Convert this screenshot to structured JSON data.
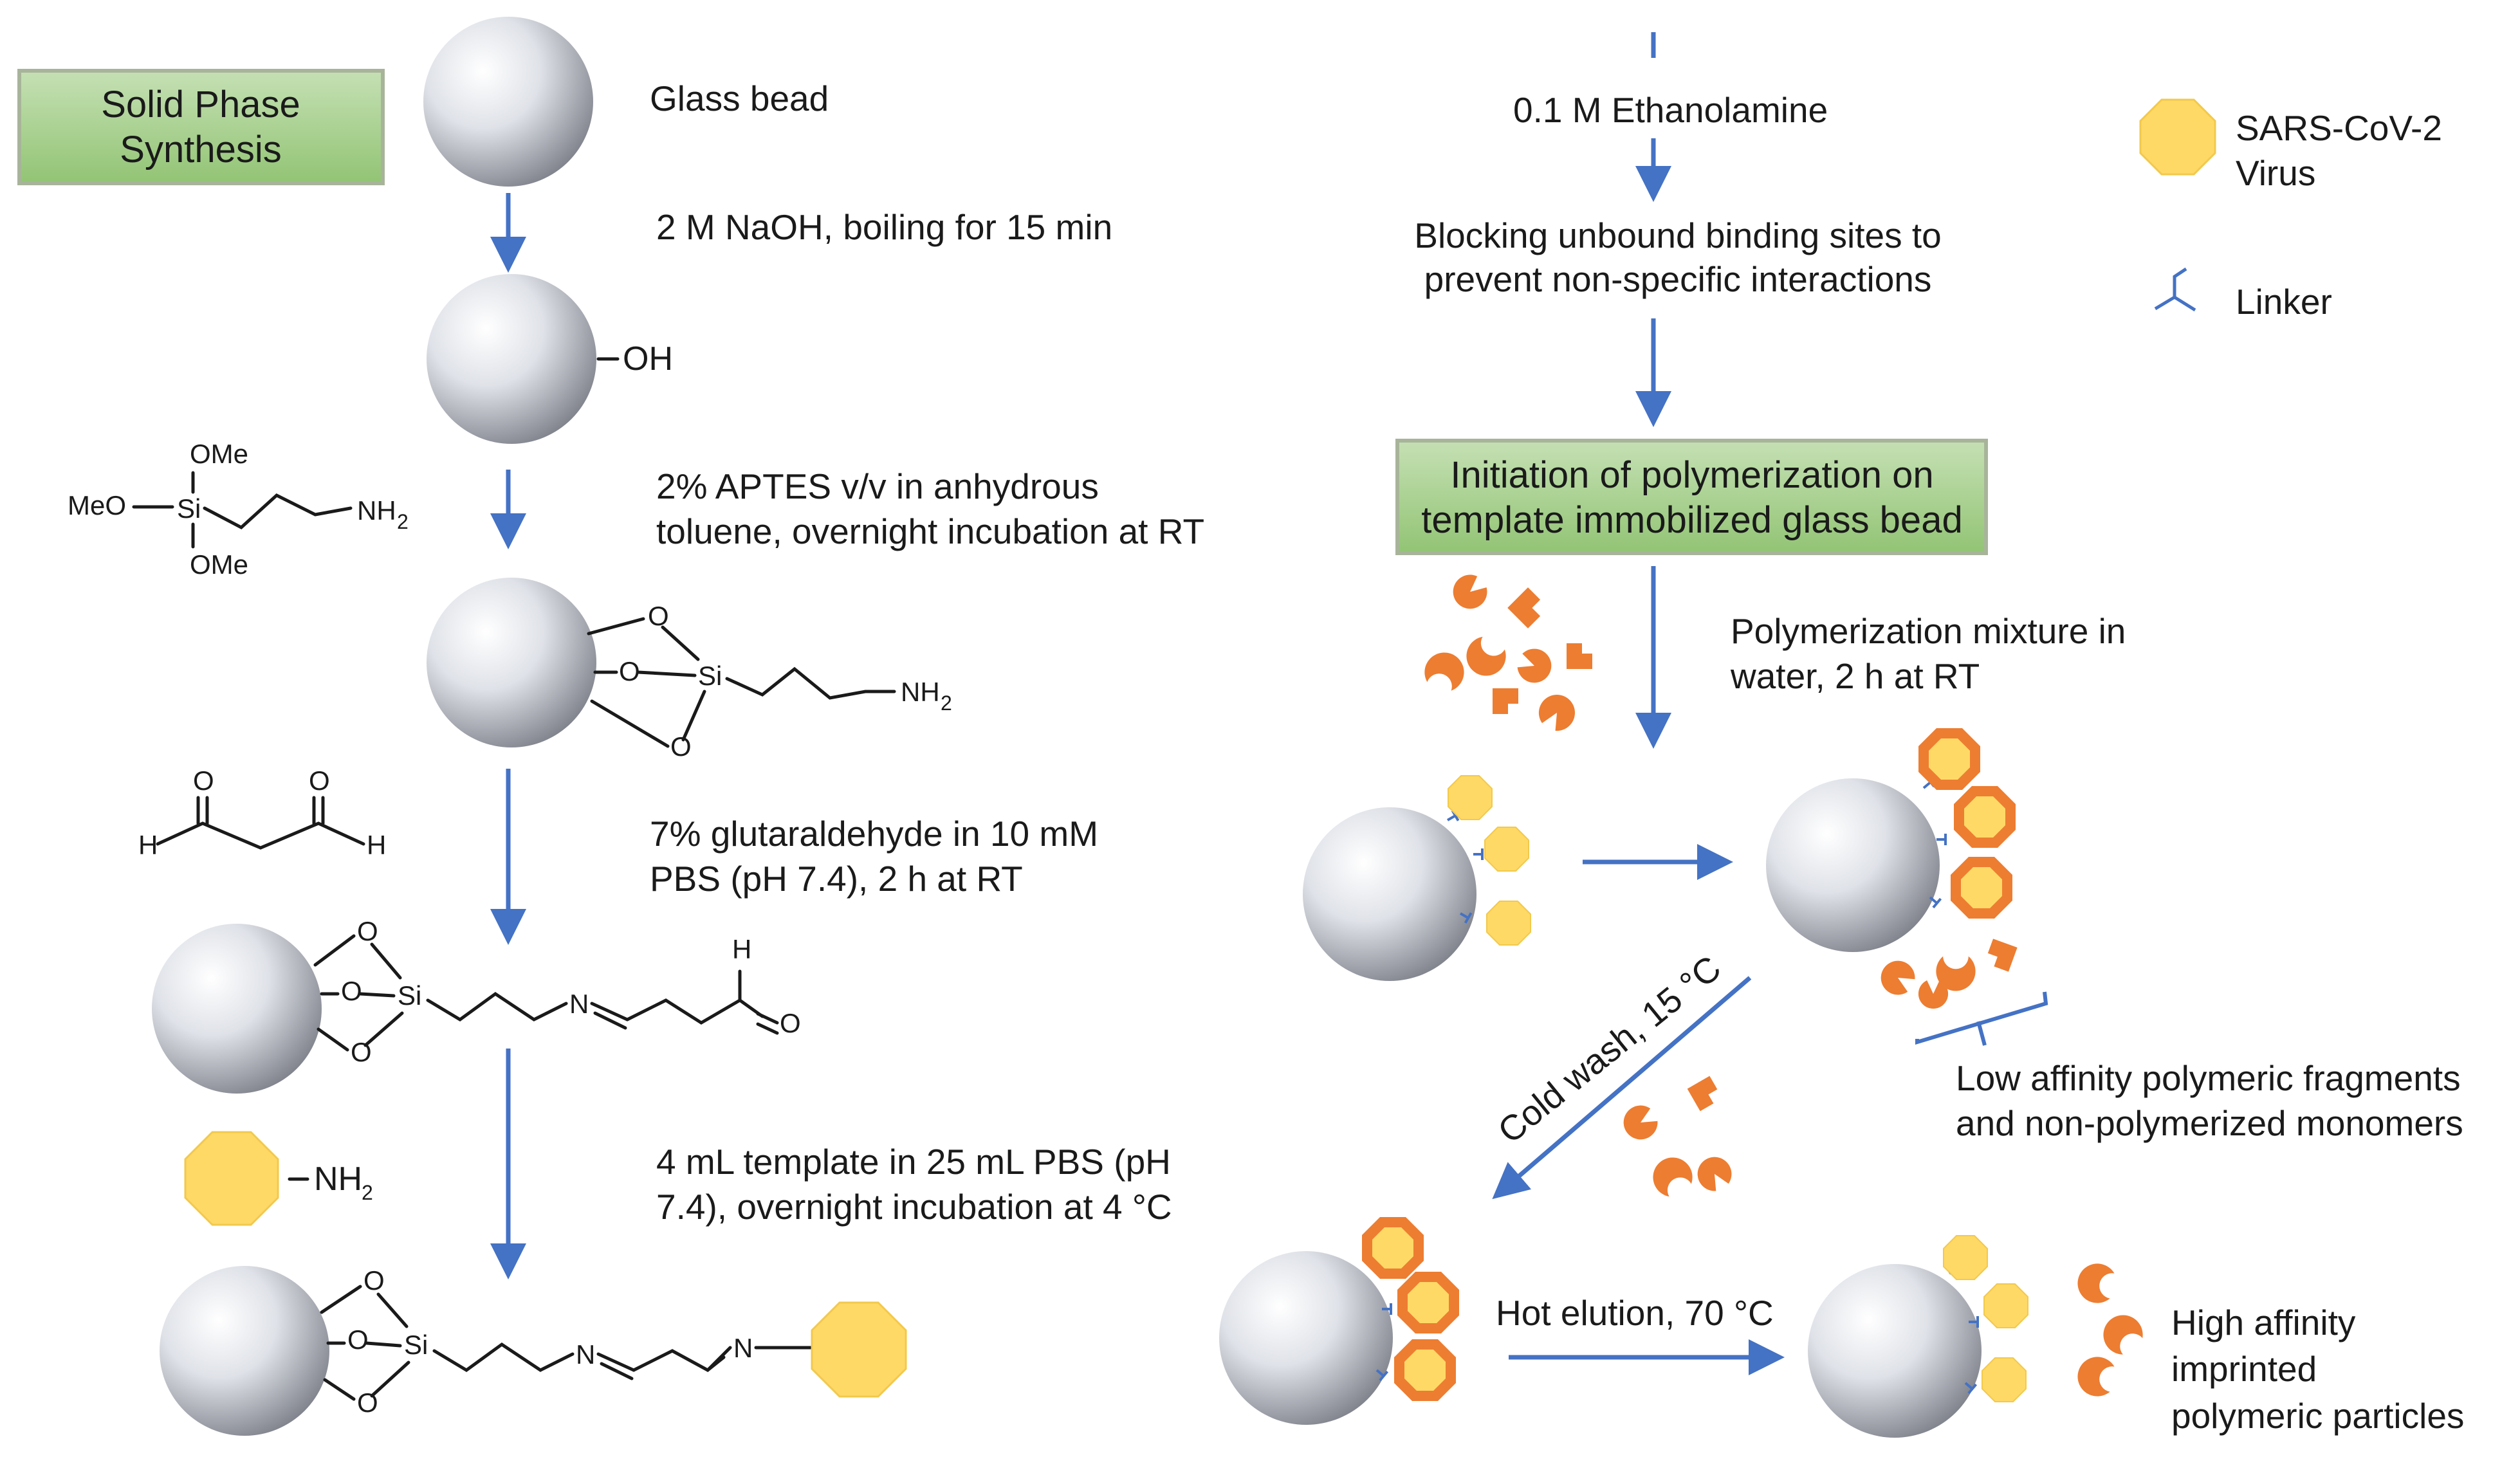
{
  "left_column": {
    "box": {
      "line1": "Solid Phase",
      "line2": "Synthesis"
    },
    "steps": [
      {
        "line1": "Glass bead",
        "line2": ""
      },
      {
        "line1": "2 M NaOH, boiling for 15 min",
        "line2": ""
      },
      {
        "line1": "2% APTES v/v in anhydrous",
        "line2": "toluene, overnight incubation at RT"
      },
      {
        "line1": "7% glutaraldehyde in 10 mM",
        "line2": "PBS (pH 7.4), 2 h at RT"
      },
      {
        "line1": "4 mL template in 25 mL PBS (pH",
        "line2": "7.4), overnight incubation at 4 °C"
      }
    ],
    "chem": {
      "oh": "OH",
      "ome": "OMe",
      "meo": "MeO",
      "si": "Si",
      "nh": "NH",
      "two": "2",
      "o": "O",
      "h": "H",
      "n": "N"
    }
  },
  "right_column": {
    "ethanolamine": "0.1 M Ethanolamine",
    "blocking": {
      "line1": "Blocking unbound binding sites to",
      "line2": "prevent non-specific interactions"
    },
    "box": {
      "line1": "Initiation of polymerization on",
      "line2": "template immobilized glass bead"
    },
    "polymerization": {
      "line1": "Polymerization mixture in",
      "line2": "water, 2 h at RT"
    },
    "cold_wash": "Cold wash, 15 °C",
    "low_affinity": {
      "line1": "Low affinity polymeric fragments",
      "line2": "and non-polymerized monomers"
    },
    "hot_elution": "Hot elution, 70 °C",
    "high_affinity": {
      "line1": "High affinity",
      "line2": "imprinted",
      "line3": "polymeric particles"
    }
  },
  "legend": {
    "virus": {
      "line1": "SARS-CoV-2",
      "line2": "Virus"
    },
    "linker": "Linker"
  },
  "colors": {
    "arrow": "#4472c4",
    "box_fill": "#a9d18e",
    "box_border": "#548235",
    "virus": "#ffd966",
    "polymer": "#ed7d31"
  }
}
